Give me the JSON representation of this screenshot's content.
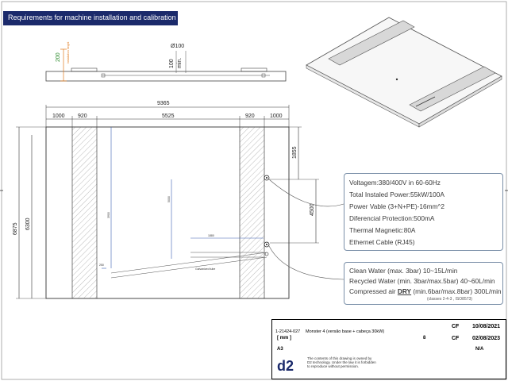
{
  "header": {
    "title": "Requirements for machine installation and calibration"
  },
  "side_view": {
    "dim_200": "200",
    "dim_200_note": "Installation height",
    "dim_diam": "Ø100",
    "dim_100": "100",
    "dim_min": "min."
  },
  "plan": {
    "total_width": "9365",
    "segments": [
      "1000",
      "920",
      "5525",
      "920",
      "1000"
    ],
    "total_height": "6875",
    "inner_height": "6300",
    "right_top": "1855",
    "right_mid": "4500",
    "inner_v1": "3900",
    "inner_v2": "5000",
    "inner_h": "1880",
    "small_dim": "250",
    "pipe_note": "Galvanized tube"
  },
  "electric": {
    "voltage": "Voltagem:380/400V in 60-60Hz",
    "power": "Total Instaled Power:55kW/100A",
    "cable": "Power Vable (3+N+PE)-16mm^2",
    "protection": "Diferencial Protection:500mA",
    "thermal": "Thermal Magnetic:80A",
    "ethernet": "Ethernet Cable (RJ45)"
  },
  "water": {
    "clean": "Clean Water (max. 3bar) 10~15L/min",
    "recycled": "Recycled Water (min. 3bar/max.5bar) 40~60L/min",
    "air_pre": "Compressed air ",
    "air_dry": "DRY",
    "air_post": " (min.6bar/max.8bar) 300L/min",
    "air_note": "(classes 2-4-3 , ISO8573)"
  },
  "titleblock": {
    "code": "1-21424-027",
    "description": "Monster 4 (versão base + cabeça 30kW)",
    "unit": "[ mm ]",
    "size": "A3",
    "cf1": "CF",
    "date1": "10/08/2021",
    "cf2": "CF",
    "date2": "02/08/2023",
    "n1": "8",
    "n2": "N/A",
    "logo": "d2",
    "notice": "The contents of this drawing is owned by D2 technology. Under the law it is forbidden to reproduce without permission."
  }
}
